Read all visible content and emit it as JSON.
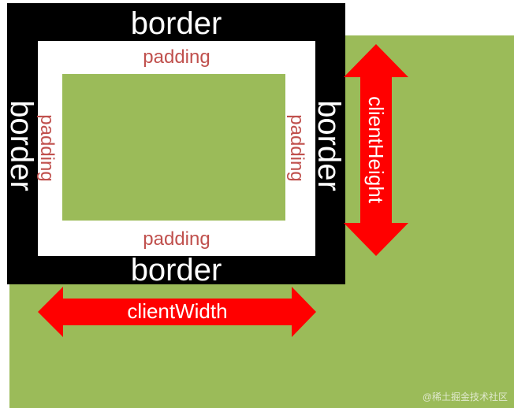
{
  "labels": {
    "border_top": "border",
    "border_bottom": "border",
    "border_left": "border",
    "border_right": "border",
    "padding_top": "padding",
    "padding_bottom": "padding",
    "padding_left": "padding",
    "padding_right": "padding",
    "client_width": "clientWidth",
    "client_height": "clientHeight"
  },
  "watermark": "@稀土掘金技术社区",
  "colors": {
    "background_area": "#9bbb59",
    "border": "#000000",
    "padding": "#ffffff",
    "content": "#9bbb59",
    "padding_text": "#c0504d",
    "arrow": "#ff0000"
  }
}
